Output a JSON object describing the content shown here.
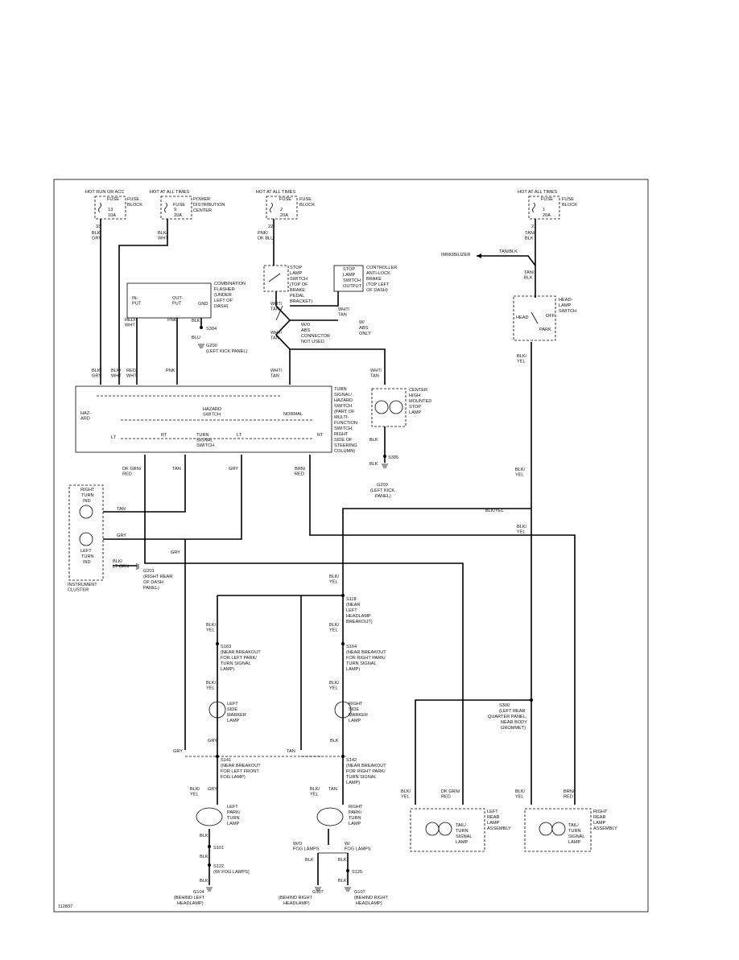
{
  "diagram_id": "112837",
  "fuses": {
    "f13": {
      "source": "HOT RUN OR ACC",
      "label": "FUSE",
      "num": "13",
      "amps": "10A",
      "loc1": "FUSE",
      "loc2": "BLOCK",
      "pin": "33"
    },
    "f9": {
      "source": "HOT AT ALL TIMES",
      "label": "FUSE",
      "num": "9",
      "amps": "20A",
      "loc1": "POWER",
      "loc2": "DISTRIBUTION",
      "loc3": "CENTER"
    },
    "f2": {
      "source": "HOT AT ALL TIMES",
      "label": "FUSE",
      "num": "2",
      "amps": "20A",
      "loc1": "FUSE",
      "loc2": "BLOCK",
      "pin": "22"
    },
    "f1": {
      "source": "HOT AT ALL TIMES",
      "label": "FUSE",
      "num": "1",
      "amps": "20A",
      "loc1": "FUSE",
      "loc2": "BLOCK",
      "pin": "21"
    }
  },
  "wires": {
    "blk_gry": "BLK/\nGRY",
    "blk_wht": "BLK/\nWHT",
    "pnk_dkblu": "PNK/\nDK BLU",
    "tan_blk": "TAN/\nBLK",
    "tan_blk2": "TAN/BLK",
    "red_wht": "RED/\nWHT",
    "pnk": "PNK",
    "blk": "BLK",
    "blu": "BLU",
    "wht_tan": "WHT/\nTAN",
    "blk_yel": "BLK/\nYEL",
    "blk_yel2": "BLK/YEL",
    "dkgrn_red": "DK GRN/\nRED",
    "tan": "TAN",
    "gry": "GRY",
    "brn_red": "BRN/\nRED",
    "blk_ltgrn": "BLK/\nLT GRN"
  },
  "components": {
    "flasher": [
      "COMBINATION",
      "FLASHER",
      "(UNDER",
      "LEFT OF",
      "DASH)"
    ],
    "flasher_in": "IN-\nPUT",
    "flasher_out": "OUT-\nPUT",
    "flasher_gnd": "GND",
    "stop_sw": [
      "STOP",
      "LAMP",
      "SWITCH",
      "(TOP OF",
      "BRAKE",
      "PEDAL",
      "BRACKET)"
    ],
    "abs_out": [
      "STOP",
      "LAMP",
      "SWITCH",
      "OUTPUT"
    ],
    "abs_ctrl": [
      "CONTROLLER",
      "ANTI-LOCK",
      "BRAKE",
      "(TOP LEFT",
      "OF DASH)"
    ],
    "immobilizer": "IMMOBILIZER",
    "head_sw": [
      "HEAD-",
      "LAMP",
      "SWITCH"
    ],
    "head_pos": {
      "head": "HEAD",
      "off": "OFF",
      "park": "PARK"
    },
    "abs_conn": [
      "W/O",
      "ABS",
      "CONNECTOR",
      "NOT USED"
    ],
    "w_abs": [
      "W/",
      "ABS",
      "ONLY"
    ],
    "s304": "S304",
    "g200a": [
      "G200",
      "(LEFT KICK PANEL)"
    ],
    "turn_sw": [
      "TURN",
      "SIGNAL/",
      "HAZARD",
      "SWITCH",
      "(PART OF",
      "MULTI-",
      "FUNCTION",
      "SWITCH,",
      "RIGHT",
      "SIDE OF",
      "STEERING",
      "COLUMN)"
    ],
    "hazard": "HAZ-\nARD",
    "hazard_sw": "HAZARD\nSWITCH",
    "normal": "NORMAL",
    "turn_signal_sw": "TURN\nSIGNAL\nSWITCH",
    "lt": "LT",
    "rt": "RT",
    "chmsl": [
      "CENTER",
      "HIGH",
      "MOUNTED",
      "STOP",
      "LAMP"
    ],
    "s305": "S305",
    "g200b": [
      "G200",
      "(LEFT KICK",
      "PANEL)"
    ],
    "cluster": "INSTRUMENT\nCLUSTER",
    "right_ind": [
      "RIGHT",
      "TURN",
      "IND"
    ],
    "left_ind": [
      "LEFT",
      "TURN",
      "IND"
    ],
    "g201": [
      "G201",
      "(RIGHT REAR",
      "OF DASH",
      "PANEL)"
    ],
    "s118": [
      "S118",
      "(NEAR",
      "LEFT",
      "HEADLAMP",
      "BREAKOUT)"
    ],
    "s163": [
      "S163",
      "(NEAR BREAKOUT",
      "FOR LEFT PARK/",
      "TURN SIGNAL",
      "LAMP)"
    ],
    "s164": [
      "S164",
      "(NEAR BREAKOUT",
      "FOR RIGHT PARK/",
      "TURN SIGNAL",
      "LAMP)"
    ],
    "left_marker": [
      "LEFT",
      "SIDE",
      "MARKER",
      "LAMP"
    ],
    "right_marker": [
      "RIGHT",
      "SIDE",
      "MARKER",
      "LAMP"
    ],
    "s141": [
      "S141",
      "(NEAR BREAKOUT",
      "FOR LEFT FRONT",
      "FOG LAMP)"
    ],
    "s142": [
      "S142",
      "(NEAR BREAKOUT",
      "FOR RIGHT PARK/",
      "TURN SIGNAL",
      "LAMP)"
    ],
    "left_park": [
      "LEFT",
      "PARK/",
      "TURN",
      "LAMP"
    ],
    "right_park": [
      "RIGHT",
      "PARK/",
      "TURN",
      "LAMP"
    ],
    "s300": [
      "S300",
      "(LEFT REAR",
      "QUARTER PANEL,",
      "NEAR BODY",
      "GROMMET)"
    ],
    "left_rear": [
      "LEFT",
      "REAR",
      "LAMP",
      "ASSEMBLY"
    ],
    "right_rear": [
      "RIGHT",
      "REAR",
      "LAMP",
      "ASSEMBLY"
    ],
    "tail_turn": [
      "TAIL/",
      "TURN",
      "SIGNAL",
      "LAMP"
    ],
    "s101": "S101",
    "s122": [
      "S122",
      "(W/ FOG LAMPS)"
    ],
    "g104": [
      "G104",
      "(BEHIND LEFT",
      "HEADLAMP)"
    ],
    "wo_fog": "W/O\nFOG LAMPS",
    "w_fog": "W/\nFOG LAMPS",
    "s125": "S125",
    "g107a": [
      "G107",
      "(BEHIND RIGHT",
      "HEADLAMP)"
    ],
    "g107b": [
      "G107",
      "(BEHIND RIGHT",
      "HEADLAMP)"
    ]
  }
}
